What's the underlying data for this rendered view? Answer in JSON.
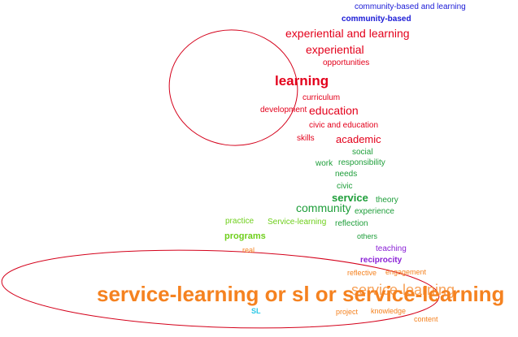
{
  "colors": {
    "blue": "#1a1ad6",
    "red": "#e3001b",
    "green": "#1e9e3a",
    "lightgreen": "#6fcf1c",
    "purple": "#8a1fd6",
    "orange": "#f58220",
    "cyan": "#29c7e6",
    "oval_stroke": "#d4001a"
  },
  "words": {
    "community_based_and_learning": "community-based and learning",
    "community_based": "community-based",
    "experiential_and_learning": "experiential and learning",
    "experiential": "experiential",
    "opportunities": "opportunities",
    "learning": "learning",
    "curriculum": "curriculum",
    "development": "development",
    "education": "education",
    "civic_and_education": "civic and education",
    "skills": "skills",
    "academic": "academic",
    "social": "social",
    "work": "work",
    "responsibility": "responsibility",
    "needs": "needs",
    "civic": "civic",
    "service": "service",
    "theory": "theory",
    "community": "community",
    "experience": "experience",
    "practice": "practice",
    "service_learning_cap": "Service-learning",
    "reflection": "reflection",
    "programs": "programs",
    "others": "others",
    "real": "real",
    "teaching": "teaching",
    "reciprocity": "reciprocity",
    "reflective": "reflective",
    "engagement": "engagement",
    "main_phrase": "service-learning or sl or service-learning",
    "overlap_phrase": "service-learning",
    "SL": "SL",
    "project": "project",
    "knowledge": "knowledge",
    "content": "content"
  }
}
